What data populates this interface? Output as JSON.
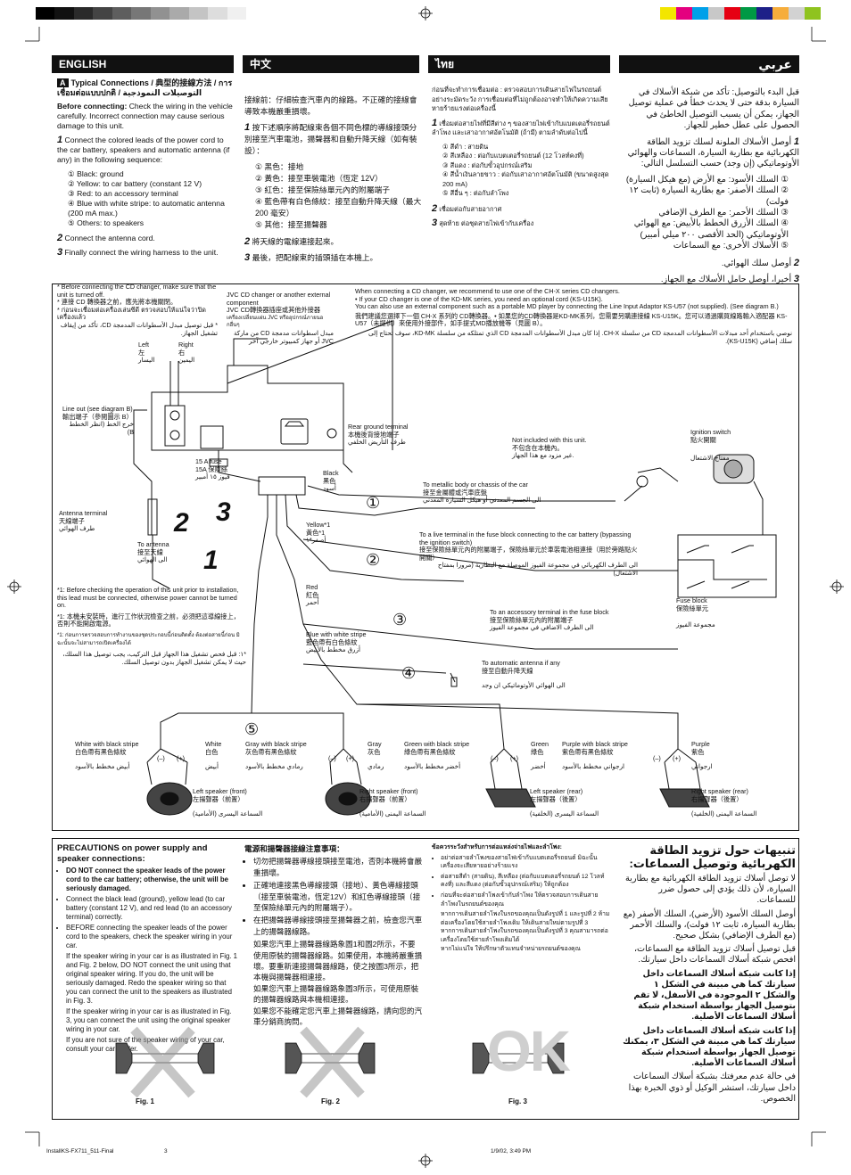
{
  "colors": {
    "header_bg": "#111111",
    "swatches": [
      "#f3e600",
      "#e4007f",
      "#00a0e9",
      "#c8c8c8",
      "#e60012",
      "#009944",
      "#1d2088",
      "#f6ad3c",
      "#d2d2d2",
      "#8fc31f"
    ],
    "gray_steps": [
      "#000000",
      "#111111",
      "#2a2a2a",
      "#444444",
      "#5e5e5e",
      "#777777",
      "#919191",
      "#aaaaaa",
      "#c4c4c4",
      "#dddddd",
      "#f0f0f0"
    ]
  },
  "headers": {
    "english": "ENGLISH",
    "chinese": "中文",
    "thai": "ไทย",
    "arabic": "عربي"
  },
  "section": {
    "letter": "A",
    "title": "Typical Connections / 典型的接線方法 / การเชื่อมต่อแบบปกติ / التوصيلات النموذجية"
  },
  "english": {
    "before_label": "Before connecting:",
    "before_text": " Check the wiring in the vehicle carefully. Incorrect connection may cause serious damage to this unit.",
    "step1": "Connect the colored leads of the power cord to the car battery, speakers and automatic antenna (if any) in the following sequence:",
    "leads": [
      "① Black: ground",
      "② Yellow: to car battery (constant 12 V)",
      "③ Red: to an accessory terminal",
      "④ Blue with white stripe: to automatic antenna (200 mA max.)",
      "⑤ Others: to speakers"
    ],
    "step2": "Connect the antenna cord.",
    "step3": "Finally connect the wiring harness to the unit."
  },
  "chinese": {
    "before": "接線前：仔細檢查汽車內的線路。不正確的接線會導致本機嚴重損壞。",
    "step1": "按下述順序將配線束各個不同色標的導線接頭分別接至汽車電池，揚聲器和自動升降天線（如有裝設）：",
    "leads": [
      "① 黑色：接地",
      "② 黃色：接至車裝電池（恆定 12V）",
      "③ 紅色：接至保險絲單元內的附屬端子",
      "④ 藍色帶有白色條紋：接至自動升降天線（最大 200 毫安）",
      "⑤ 其他：接至揚聲器"
    ],
    "step2": "將天線的電線連接起來。",
    "step3": "最後，把配線束的插頭插在本機上。"
  },
  "thai": {
    "before": "ก่อนที่จะทำการเชื่อมต่อ : ตรวจสอบการเดินสายไฟในรถยนต์อย่างระมัดระวัง การเชื่อมต่อที่ไม่ถูกต้องอาจทำให้เกิดความเสียหายร้ายแรงต่อเครื่องนี้",
    "step1": "เชื่อมต่อสายไฟที่มีสีต่าง ๆ ของสายไฟเข้ากับแบตเตอรี่รถยนต์ ลำโพง และเสาอากาศอัตโนมัติ (ถ้ามี) ตามลำดับต่อไปนี้",
    "leads": [
      "① สีดำ : สายดิน",
      "② สีเหลือง : ต่อกับแบตเตอรี่รถยนต์ (12 โวลท์คงที่)",
      "③ สีแดง : ต่อกับขั้วอุปกรณ์เสริม",
      "④ สีน้ำเงินลายขาว : ต่อกับเสาอากาศอัตโนมัติ (ขนาดสูงสุด 200 mA)",
      "⑤ สีอื่น ๆ : ต่อกับลำโพง"
    ],
    "step2": "เชื่อมต่อกับสายอากาศ",
    "step3": "สุดท้าย ต่อชุดสายไฟเข้ากับเครื่อง"
  },
  "arabic": {
    "before": "قبل البدء بالتوصيل: تأكد من شبكة الأسلاك في السيارة بدقة حتى لا يحدث خطأ في عملية توصيل الجهاز، يمكن أن يسبب التوصيل الخاطئ في الحصول على عطل خطير للجهاز.",
    "step1": "أوصل الأسلاك الملونة لسلك تزويد الطاقة الكهربائية مع بطارية السيارة، السماعات والهوائي الأوتوماتيكي (إن وجد) حسب التسلسل التالي:",
    "leads": [
      "① السلك الأسود: مع الأرض (مع هيكل السيارة)",
      "② السلك الأصفر: مع بطارية السيارة (ثابت ١٢ فولت)",
      "③ السلك الأحمر: مع الطرف الإضافي",
      "④ السلك الأزرق الخطط بالأبيض: مع الهوائي الأوتوماتيكي (الحد الأقصى ٢٠٠ ميلي أمبير)",
      "⑤ الأسلاك الأخرى: مع السماعات"
    ],
    "step2": "أوصل سلك الهوائي.",
    "step3": "أخيرا، أوصل حامل الأسلاك مع الجهاز."
  },
  "diagram": {
    "note_cd": "* Before connecting the CD changer, make sure that the unit is turned off.",
    "note_cd_zh": "* 連接 CD 轉換器之前，應先將本機關閉。",
    "note_cd_th": "* ก่อนจะเชื่อมต่อเครื่องเล่นซีดี ตรวจสอบให้แน่ใจว่าปิดเครื่องแล้ว",
    "note_cd_ar": "* قبل توصيل مبدل الأسطوانات المدمجة CD، تأكد من إيقاف تشغيل الجهاز.",
    "jvc_cd": "JVC CD changer or another external component",
    "jvc_cd_zh": "JVC CD轉換器插座或其他外接器",
    "jvc_cd_th": "เครื่องเปลี่ยนแผ่น JVC หรืออุปกรณ์ภายนอกอื่นๆ",
    "jvc_cd_ar": "مبدل اسطوانات مدمجة CD من ماركة JVC أو جهاز كمبيوتر خارجي آخر",
    "left": "Left",
    "left_zh": "左",
    "left_ar": "اليسار",
    "right": "Right",
    "right_zh": "右",
    "right_ar": "اليمين",
    "line_out": "Line out (see diagram B)",
    "line_out_zh": "輸出端子（參閱圖示 B）",
    "line_out_ar": "خرج الخط (انظر الخطط B)",
    "antenna_terminal": "Antenna terminal",
    "antenna_terminal_zh": "天線端子",
    "antenna_terminal_ar": "طرف الهوائي",
    "to_antenna": "To antenna",
    "to_antenna_zh": "接至天線",
    "to_antenna_ar": "الى الهوائي",
    "fuse": "15 A fuse",
    "fuse_zh": "15A 保險絲",
    "fuse_ar": "فيوز ١٥ أمبير",
    "rear_ground": "Rear ground terminal",
    "rear_ground_zh": "本機後背接地端子",
    "rear_ground_ar": "طرف التأريض الخلفي",
    "changer_note": "When connecting a CD changer, we recommend to use one of the CH-X series CD changers.",
    "changer_note2": "• If your CD changer is one of the KD-MK series, you need an optional cord (KS-U15K).",
    "changer_note3": "You can also use an external component such as a portable MD player by connecting the Line Input Adaptor KS-U57 (not supplied). (See diagram B.)",
    "changer_zh": "我們建議您選擇下一個 CH-X 系列的 CD轉換器。• 如果您的CD轉換器是KD-MK系列，您需要另購連接線 KS-U15K。您可以通過購買線路輸入適配器 KS-U57（未提供）來使用外接部件，如手提式MD播放機等（見圖 B）。",
    "changer_ar": "نوصي باستخدام أحد مبدلات الأسطوانات المدمجة CD من سلسلة CH-X. إذا كان مبدل الأسطوانات المدمجة CD الذي تمتلكه من سلسلة KD-MK، سوف تحتاج إلى سلك إضافي (KS-U15K).",
    "not_included": "Not included with this unit.",
    "not_included_zh": "不包含在本機內。",
    "not_included_ar": "غير مزود مع هذا الجهاز.",
    "ignition": "Ignition switch",
    "ignition_zh": "點火開關",
    "ignition_ar": "مفتاح الاشتعال",
    "black": "Black",
    "black_zh": "黑色",
    "black_ar": "أسود",
    "to_chassis": "To metallic body or chassis of the car",
    "to_chassis_zh": "接至金屬體或汽車底盤",
    "to_chassis_ar": "الى الجسم المعدني أو هيكل السيارة المعدني",
    "yellow": "Yellow*1",
    "yellow_zh": "黃色*1",
    "yellow_ar": "أصفر*١",
    "to_live": "To a live terminal in the fuse block connecting to the car battery (bypassing the ignition switch)",
    "to_live_zh": "接至保險絲單元內的附屬端子，保險絲單元於車裝電池相連接（用於旁路點火開關）",
    "to_live_ar": "الى الطرف الكهربائي في مجموعة الفيوز الموصلة مع البطارية (مرورا بمفتاح الاشتعال)",
    "red": "Red",
    "red_zh": "紅色",
    "red_ar": "أحمر",
    "to_accessory": "To an accessory terminal in the fuse block",
    "to_accessory_zh": "接至保險絲單元內的附屬端子",
    "to_accessory_ar": "الى الطرف الاضافي في مجموعة الفيوز",
    "fuse_block": "Fuse block",
    "fuse_block_zh": "保險絲單元",
    "fuse_block_ar": "مجموعة الفيوز",
    "blue_white": "Blue with white stripe",
    "blue_white_zh": "藍色帶有白色條紋",
    "blue_white_ar": "أزرق مخطط بالأبيض",
    "to_auto_antenna": "To automatic antenna if any",
    "to_auto_antenna_zh": "接至自動升降天線",
    "to_auto_antenna_ar": "الى الهوائي الأوتوماتيكي ان وجد",
    "note1_en": "*1: Before checking the operation of this unit prior to installation, this lead must be connected, otherwise power cannot be turned on.",
    "note1_zh": "*1: 本機未安裝時，進行工作狀況檢查之前，必須把這導線接上，否則不能開啟電源。",
    "note1_th": "*1: ก่อนการตรวจสอบการทำงานของชุดประกอบนี้ก่อนติดตั้ง ต้องต่อสายนี้ก่อน มิฉะนั้นจะไม่สามารถเปิดเครื่องได้",
    "note1_ar": "*١: قبل فحص تشغيل هذا الجهاز قبل التركيب، يجب توصيل هذا السلك، حيث لا يمكن تشغيل الجهاز بدون توصيل السلك.",
    "speakers": [
      {
        "stripe": "White with black stripe",
        "stripe_zh": "白色帶有黑色條紋",
        "stripe_ar": "أبيض مخطط بالأسود",
        "color": "White",
        "color_zh": "白色",
        "color_ar": "أبيض",
        "name": "Left speaker (front)",
        "name_zh": "左揚聲器（前置）",
        "name_ar": "السماعة اليسرى (الأمامية)"
      },
      {
        "stripe": "Gray with black stripe",
        "stripe_zh": "灰色帶有黑色條紋",
        "stripe_ar": "رمادي مخطط بالأسود",
        "color": "Gray",
        "color_zh": "灰色",
        "color_ar": "رمادي",
        "name": "Right speaker (front)",
        "name_zh": "右揚聲器（前置）",
        "name_ar": "السماعة اليمنى (الأمامية)"
      },
      {
        "stripe": "Green with black stripe",
        "stripe_zh": "綠色帶有黑色條紋",
        "stripe_ar": "أخضر مخطط بالأسود",
        "color": "Green",
        "color_zh": "綠色",
        "color_ar": "أخضر",
        "name": "Left speaker (rear)",
        "name_zh": "左揚聲器（後置）",
        "name_ar": "السماعة اليسرى (الخلفية)"
      },
      {
        "stripe": "Purple with black stripe",
        "stripe_zh": "紫色帶有黑色條紋",
        "stripe_ar": "ارجواني مخطط بالأسود",
        "color": "Purple",
        "color_zh": "紫色",
        "color_ar": "ارجواني",
        "name": "Right speaker (rear)",
        "name_zh": "右揚聲器（後置）",
        "name_ar": "السماعة اليمنى (الخلفية)"
      }
    ],
    "minus": "(–)",
    "plus": "(+)",
    "big": [
      "1",
      "2",
      "3"
    ],
    "circled": [
      "①",
      "②",
      "③",
      "④",
      "⑤"
    ]
  },
  "precautions": {
    "title": "PRECAUTIONS on power supply and speaker connections:",
    "items": [
      "DO NOT connect the speaker leads of the power cord to the car battery; otherwise, the unit will be seriously damaged.",
      "Connect the black lead (ground), yellow lead (to car battery (constant 12 V), and red lead (to an accessory terminal) correctly.",
      "BEFORE connecting the speaker leads of the power cord to the speakers, check the speaker wiring in your car."
    ],
    "sub": [
      "If the speaker wiring in your car is as illustrated in Fig. 1 and Fig. 2 below, DO NOT connect the unit using that original speaker wiring. If you do, the unit will be seriously damaged. Redo the speaker wiring so that you can connect the unit to the speakers as illustrated in Fig. 3.",
      "If the speaker wiring in your car is as illustrated in Fig. 3, you can connect the unit using the original speaker wiring in your car.",
      "If you are not sure of the speaker wiring of your car, consult your car dealer."
    ],
    "zh_title": "電源和揚聲器接線注意事項：",
    "zh_items": [
      "切勿把揚聲器導線接頭接至電池，否則本機將會嚴重損壞。",
      "正確地連接黑色導線接頭（接地）、黃色導線接頭（接至車裝電池，恆定12V）和紅色導線接頭（接至保險絲單元內的附屬端子）。",
      "在把揚聲器導線接頭接至揚聲器之前，檢查您汽車上的揚聲器線路。"
    ],
    "zh_sub": [
      "如果您汽車上揚聲器線路象圖1和圖2所示，不要使用原裝的揚聲器線路。如果使用，本機將嚴重損壞。要重新連接揚聲器線路，使之按圖3所示，把本機與揚聲器相連接。",
      "如果您汽車上揚聲器線路象圖3所示，可使用原裝的揚聲器線路與本機相連接。",
      "如果您不能確定您汽車上揚聲器線路，請向您的汽車分銷商詢問。"
    ],
    "th_title": "ข้อควรระวังสำหรับการต่อแหล่งจ่ายไฟและลำโพง:",
    "th_items": [
      "อย่าต่อสายลำโพงของสายไฟเข้ากับแบตเตอรี่รถยนต์ มิฉะนั้นเครื่องจะเสียหายอย่างร้ายแรง",
      "ต่อสายสีดำ (สายดิน), สีเหลือง (ต่อกับแบตเตอรี่รถยนต์ 12 โวลท์คงที่) และสีแดง (ต่อกับขั้วอุปกรณ์เสริม) ให้ถูกต้อง",
      "ก่อนที่จะต่อสายลำโพงเข้ากับลำโพง ให้ตรวจสอบการเดินสายลำโพงในรถยนต์ของคุณ"
    ],
    "th_sub": [
      "หากการเดินสายลำโพงในรถของคุณเป็นดังรูปที่ 1 และรูปที่ 2 ห้ามต่อเครื่องโดยใช้สายลำโพงเดิม ให้เดินสายใหม่ตามรูปที่ 3",
      "หากการเดินสายลำโพงในรถของคุณเป็นดังรูปที่ 3 คุณสามารถต่อเครื่องโดยใช้สายลำโพงเดิมได้",
      "หากไม่แน่ใจ ให้ปรึกษาตัวแทนจำหน่ายรถยนต์ของคุณ"
    ],
    "ar_title": "تنبيهات حول تزويد الطاقة الكهربائية وتوصيل السماعات:",
    "ar_items": [
      "لا توصل أسلاك تزويد الطاقة الكهربائية مع بطارية السيارة، لأن ذلك يؤدي إلى حصول ضرر للسماعات.",
      "أوصل السلك الأسود (الأرضي)، السلك الأصفر (مع بطارية السيارة، ثابت ١٢ فولت)، والسلك الأحمر (مع الطرف الإضافي) بشكل صحيح.",
      "قبل توصيل أسلاك تزويد الطاقة مع السماعات، افحص شبكة أسلاك السماعات داخل سيارتك."
    ],
    "ar_sub": [
      "إذا كانت شبكة أسلاك السماعات داخل سيارتك كما هي مبينة في الشكل ١ والشكل ٢ الموجودة في الأسفل، لا تقم بتوصيل الجهاز بواسطة استخدام شبكة أسلاك السماعات الأصلية.",
      "إذا كانت شبكة أسلاك السماعات داخل سيارتك كما هي مبينة في الشكل ٣، يمكنك توصيل الجهاز بواسطة استخدام شبكة أسلاك السماعات الأصلية.",
      "في حالة عدم معرفتك بشبكة أسلاك السماعات داخل سيارتك، استشر الوكيل أو ذوي الخبرة بهذا الخصوص."
    ],
    "fig1": "Fig. 1",
    "fig2": "Fig. 2",
    "fig3": "Fig. 3",
    "ok": "OK"
  },
  "footer": {
    "file": "InstallKS-FX711_511-Final",
    "page": "3",
    "date": "1/9/02, 3:49 PM"
  }
}
